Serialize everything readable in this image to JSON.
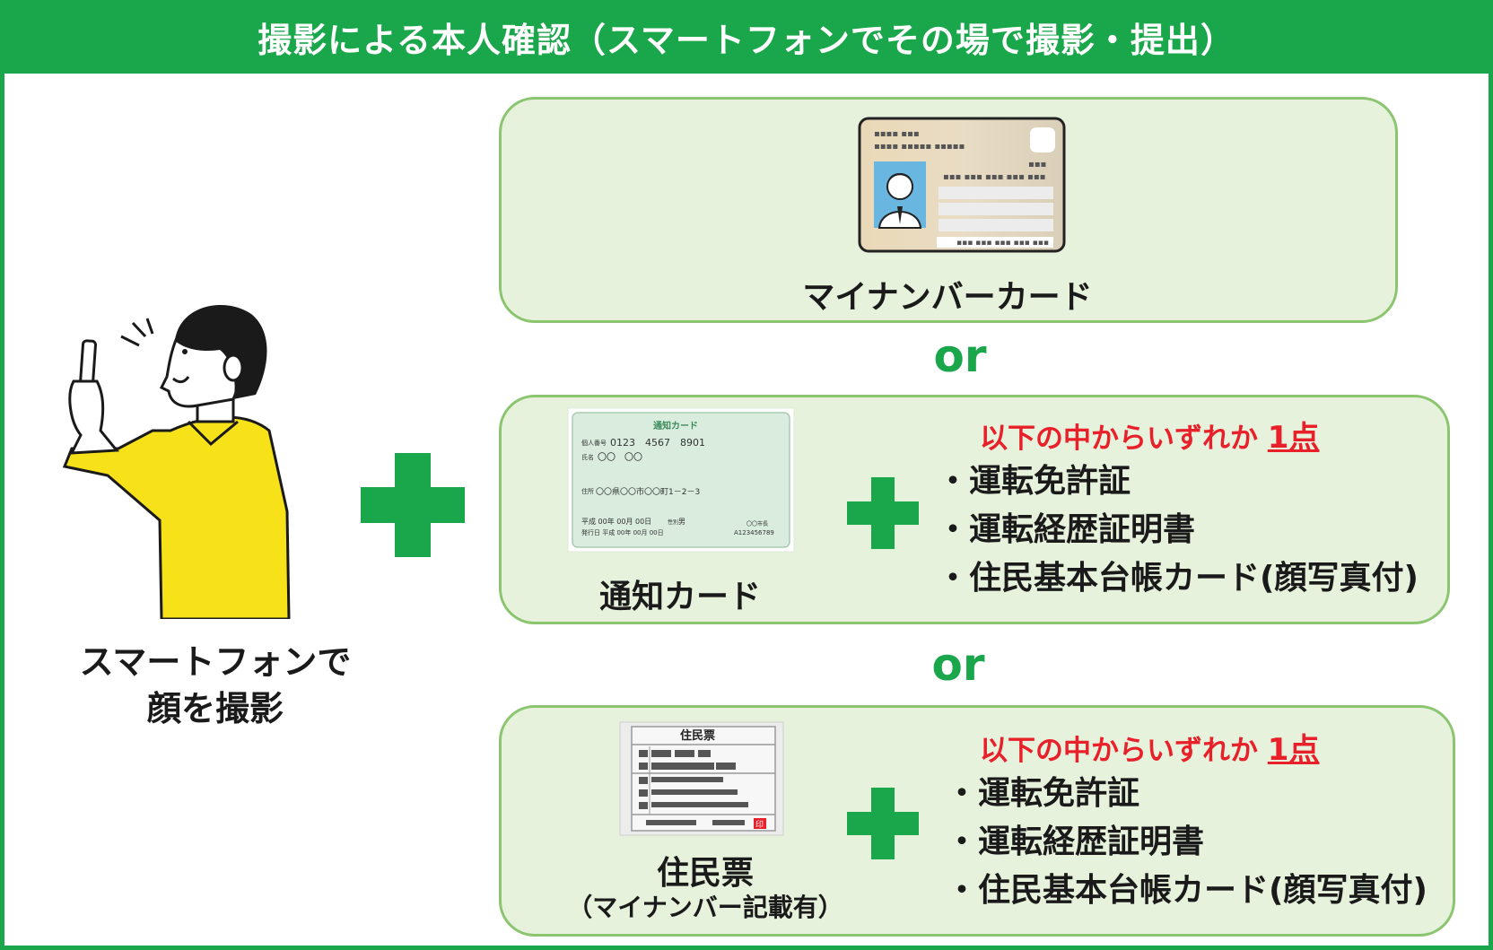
{
  "title": "撮影による本人確認（スマートフォンでその場で撮影・提出）",
  "person": {
    "caption_line1": "スマートフォンで",
    "caption_line2": "顔を撮影"
  },
  "option1": {
    "label": "マイナンバーカード",
    "card_dots_1": "▪▪▪▪ ▪▪▪",
    "card_dots_2": "▪▪▪▪ ▪▪▪▪▪ ▪▪▪▪▪",
    "card_dots_3": "▪▪▪",
    "card_dots_4": "▪▪▪ ▪▪▪ ▪▪▪ ▪▪▪ ▪▪▪",
    "card_dots_5": "▪▪▪ ▪▪▪ ▪▪▪ ▪▪▪ ▪▪▪"
  },
  "or_text": "or",
  "option2": {
    "label": "通知カード",
    "card_title": "通知カード",
    "card_number_label": "個人番号",
    "card_number": "0123　4567　8901",
    "card_name_label": "氏名",
    "card_name": "〇〇　〇〇",
    "card_address_label": "住所",
    "card_address": "〇〇県〇〇市〇〇町1－2－3",
    "card_birth": "平成 00年 00月 00日",
    "card_gender_label": "性別",
    "card_gender": "男",
    "card_issue": "発行日 平成 00年 00月 00日",
    "card_issuer": "〇〇市長",
    "card_serial": "A123456789",
    "pick_prefix": "以下の中からいずれか ",
    "pick_num": "1点",
    "items": [
      "・運転免許証",
      "・運転経歴証明書",
      "・住民基本台帳カード(顔写真付)"
    ]
  },
  "option3": {
    "label": "住民票",
    "sub_label": "（マイナンバー記載有）",
    "doc_title": "住民票",
    "doc_stamp": "印",
    "pick_prefix": "以下の中からいずれか ",
    "pick_num": "1点",
    "items": [
      "・運転免許証",
      "・運転経歴証明書",
      "・住民基本台帳カード(顔写真付)"
    ]
  },
  "colors": {
    "green": "#1aa64a",
    "box_fill": "#e6f2dc",
    "box_border": "#8cc56f",
    "red": "#e8202a",
    "shirt": "#f7e21a"
  }
}
